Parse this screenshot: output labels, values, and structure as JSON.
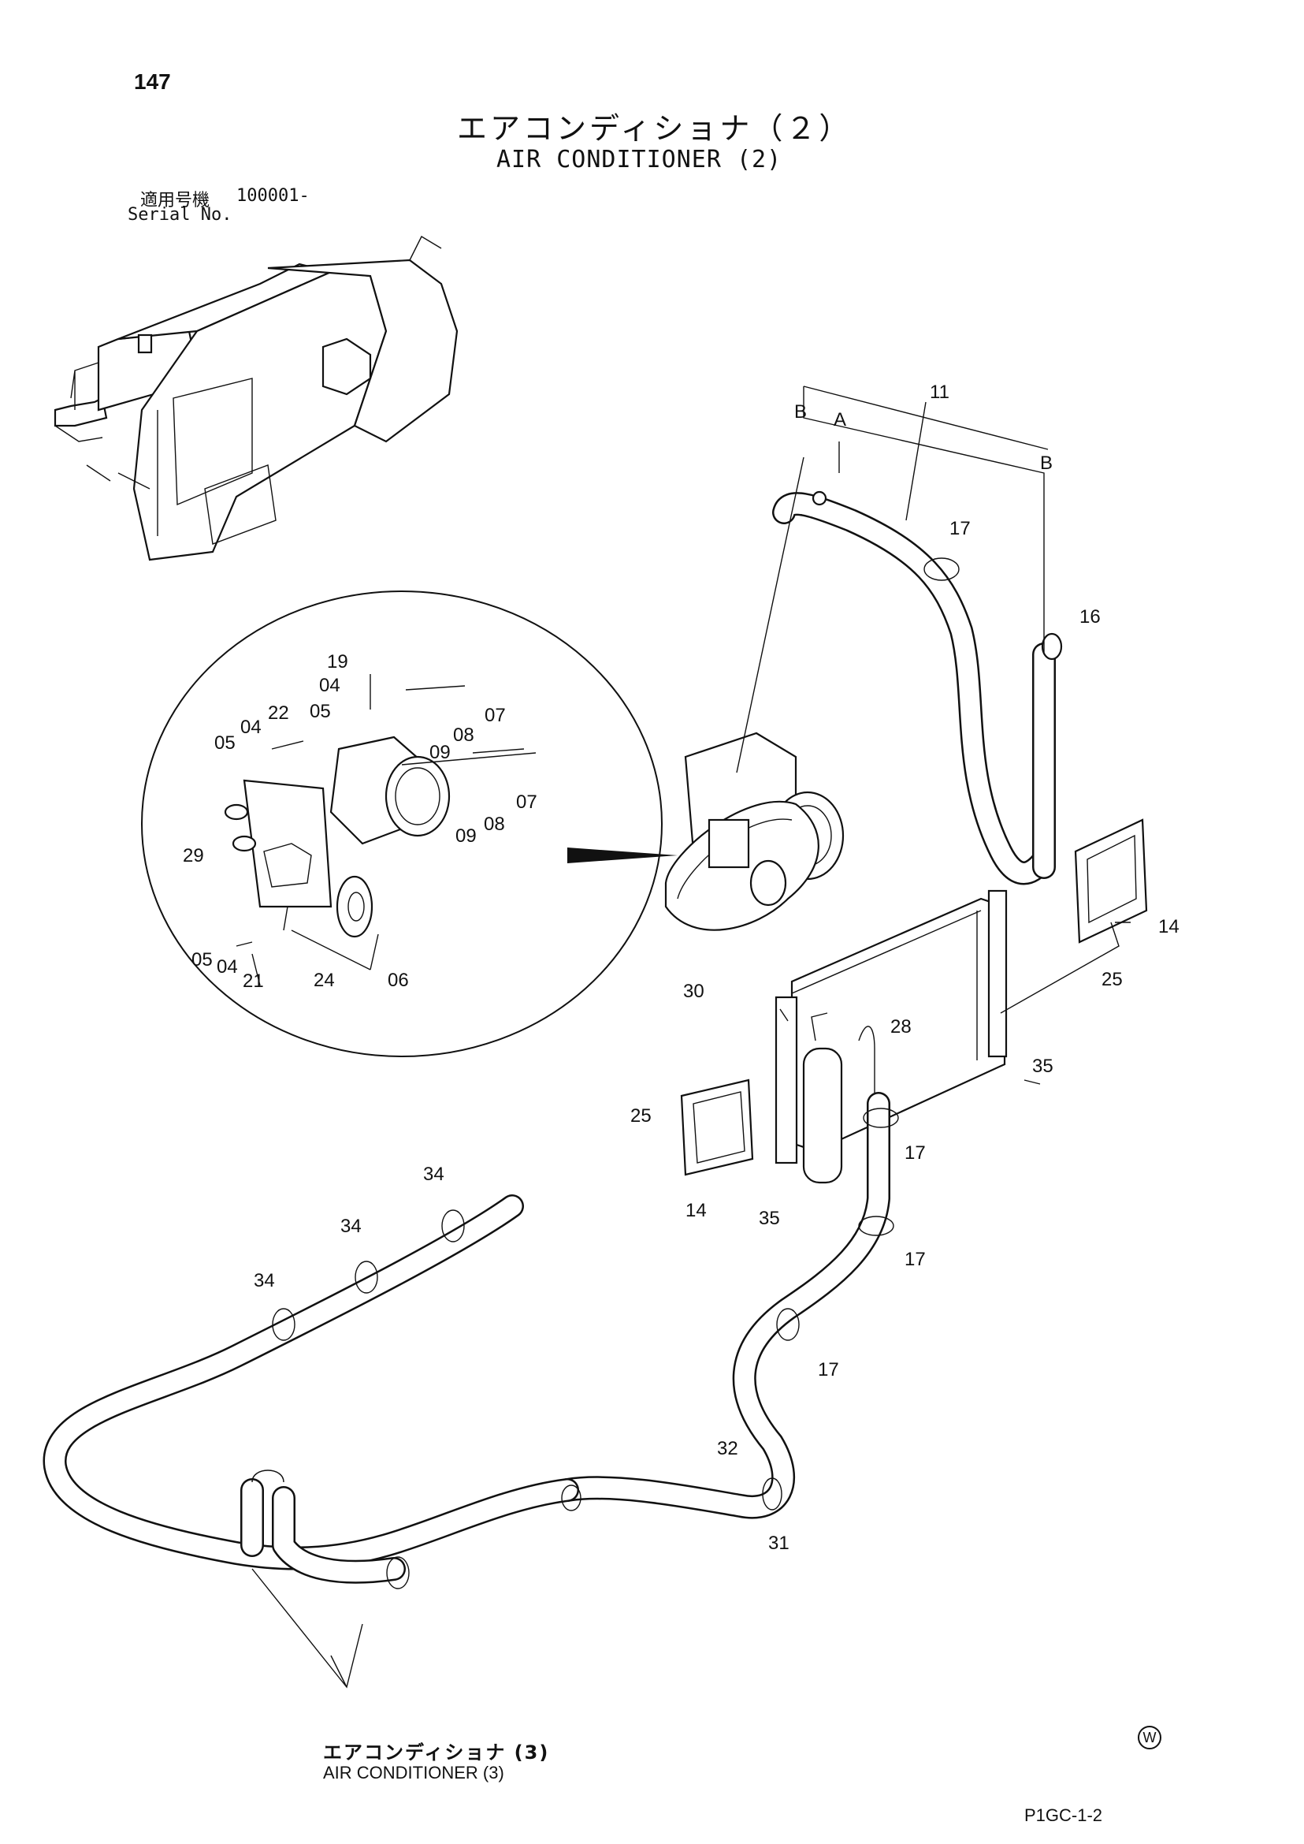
{
  "page_number": "147",
  "title": {
    "jp": "エアコンディショナ（２）",
    "en": "AIR CONDITIONER (2)"
  },
  "serial": {
    "jp": "適用号機",
    "value": "100001-",
    "en": "Serial No."
  },
  "reference": {
    "jp": "エアコンディショナ (3)",
    "en": "AIR CONDITIONER (3)"
  },
  "mark": "W",
  "page_code": "P1GC-1-2",
  "callouts": {
    "detail": [
      "19",
      "04",
      "05",
      "07",
      "04",
      "22",
      "05",
      "08",
      "09",
      "07",
      "09",
      "08",
      "29",
      "05",
      "04",
      "21",
      "24",
      "06"
    ],
    "main": [
      "11",
      "B",
      "A",
      "B",
      "17",
      "16",
      "30",
      "25",
      "14",
      "28",
      "35",
      "25",
      "17",
      "14",
      "35",
      "17",
      "17",
      "34",
      "34",
      "34",
      "32",
      "31"
    ]
  }
}
